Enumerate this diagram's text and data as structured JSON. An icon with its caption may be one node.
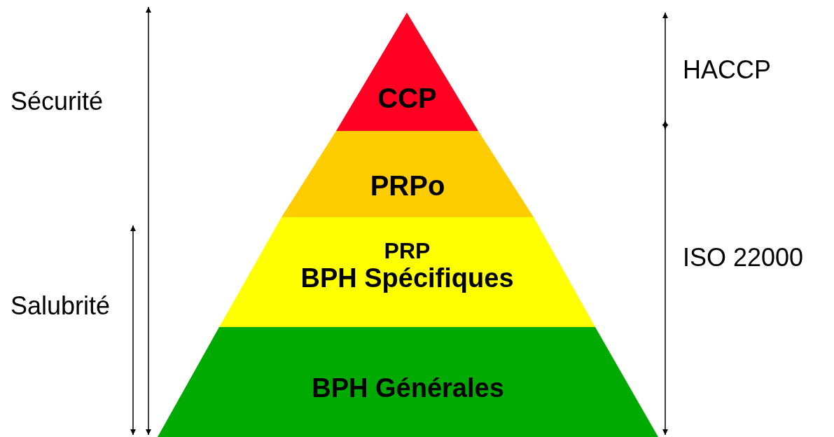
{
  "diagram": {
    "nodes": [
      {
        "text": [
          "CCP"
        ]
      },
      {
        "text": [
          "PRPo"
        ]
      },
      {
        "text": [
          "PRP",
          "BPH Spécifiques"
        ]
      },
      {
        "text": [
          "BPH Générales"
        ]
      }
    ],
    "labels": [
      "Sécurité",
      "Salubrité",
      "HACCP",
      "ISO 22000"
    ]
  }
}
